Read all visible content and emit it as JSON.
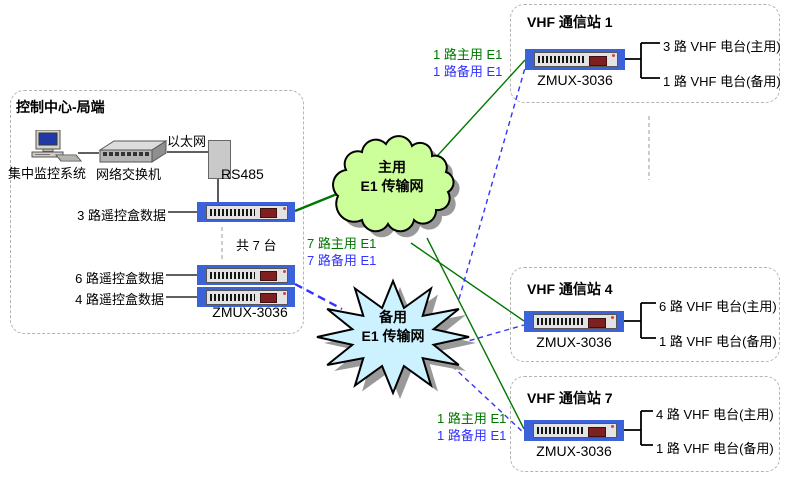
{
  "colors": {
    "device_blue": "#3b62d8",
    "primary_green": "#007700",
    "backup_blue": "#3333ff",
    "cloud_fill": "#ccff99",
    "star_fill": "#ccf2ff",
    "shadow_gray": "#999999"
  },
  "control_center": {
    "title": "控制中心-局端",
    "pc_label": "集中监控系统",
    "switch_label": "网络交换机",
    "ethernet_label": "以太网",
    "rs485_label": "RS485",
    "device1_label": "3 路遥控盒数据",
    "count_label": "共 7 台",
    "device2_label": "6 路遥控盒数据",
    "device3_label": "4 路遥控盒数据",
    "zmux_label": "ZMUX-3036"
  },
  "primary_network": {
    "line1": "主用",
    "line2": "E1 传输网"
  },
  "backup_network": {
    "line1": "备用",
    "line2": "E1 传输网"
  },
  "links": {
    "primary_7": "7 路主用 E1",
    "backup_7": "7 路备用 E1",
    "station1_primary": "1 路主用 E1",
    "station1_backup": "1 路备用 E1",
    "station7_primary": "1 路主用 E1",
    "station7_backup": "1 路备用 E1"
  },
  "stations": [
    {
      "title": "VHF 通信站 1",
      "device_label": "ZMUX-3036",
      "main_label": "3 路 VHF 电台(主用)",
      "backup_label": "1 路 VHF 电台(备用)"
    },
    {
      "title": "VHF 通信站 4",
      "device_label": "ZMUX-3036",
      "main_label": "6 路 VHF 电台(主用)",
      "backup_label": "1 路 VHF 电台(备用)"
    },
    {
      "title": "VHF 通信站 7",
      "device_label": "ZMUX-3036",
      "main_label": "4 路 VHF 电台(主用)",
      "backup_label": "1 路 VHF 电台(备用)"
    }
  ]
}
